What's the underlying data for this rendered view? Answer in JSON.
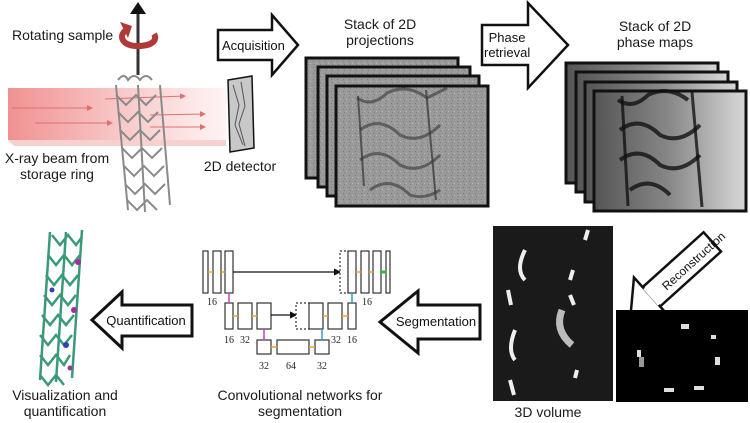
{
  "figure": {
    "labels": {
      "rotating_sample": "Rotating sample",
      "xray_beam": [
        "X-ray beam from",
        "storage ring"
      ],
      "detector": "2D detector",
      "projections": [
        "Stack of 2D",
        "projections"
      ],
      "phase_maps": [
        "Stack of 2D",
        "phase maps"
      ],
      "volume": "3D volume",
      "networks": [
        "Convolutional networks for",
        "segmentation"
      ],
      "visualization": [
        "Visualization and",
        "quantification"
      ]
    },
    "steps": {
      "acquisition": "Acquisition",
      "phase_retrieval": [
        "Phase",
        "retrieval"
      ],
      "reconstruction": "Reconstruction",
      "segmentation": "Segmentation",
      "quantification": "Quantification"
    },
    "unet": {
      "level1": {
        "enc": "16",
        "dec": "16"
      },
      "level2": {
        "enc": [
          "16",
          "32"
        ],
        "dec": [
          "32",
          "16"
        ]
      },
      "level3": [
        "32",
        "64",
        "32"
      ]
    },
    "colors": {
      "beam": "#f29a9a",
      "rotation_arrow": "#b03a3a",
      "stent_viz": "#3a9a78",
      "conv_arrow": "#f0a020",
      "down_arrow": "#c040c0",
      "up_arrow": "#30a0c8",
      "out_arrow": "#30c030"
    }
  }
}
